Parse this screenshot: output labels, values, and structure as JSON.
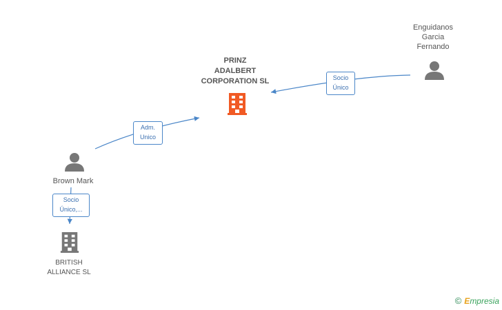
{
  "nodes": {
    "main_company": {
      "label": "PRINZ\nADALBERT\nCORPORATION SL",
      "icon": "building-icon",
      "color": "#f15a24"
    },
    "person_top_right": {
      "label": "Enguidanos\nGarcia\nFernando",
      "icon": "person-icon"
    },
    "person_left": {
      "label": "Brown Mark",
      "icon": "person-icon"
    },
    "company_bottom": {
      "label": "BRITISH\nALLIANCE SL",
      "icon": "building-icon",
      "color": "#777777"
    }
  },
  "edges": {
    "socio_unico_top": {
      "label": "Socio\nÚnico"
    },
    "adm_unico": {
      "label": "Adm.\nUnico"
    },
    "socio_unico_left": {
      "label": "Socio\nÚnico,..."
    }
  },
  "colors": {
    "edge": "#4a86c8",
    "person": "#777777"
  },
  "brand": {
    "copyright": "©",
    "first": "E",
    "rest": "mpresia"
  }
}
